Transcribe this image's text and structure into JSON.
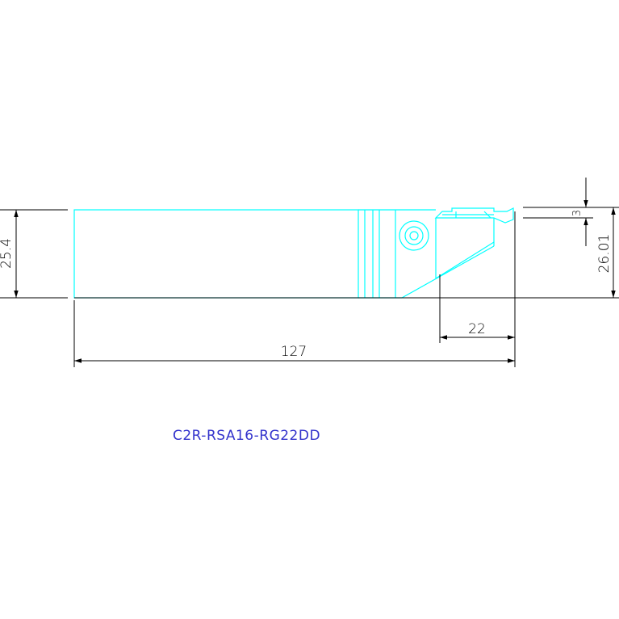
{
  "part_number": "C2R-RSA16-RG22DD",
  "dimensions": {
    "overall_length": "127",
    "shank_height": "25.4",
    "head_length": "22",
    "cut_height": "26.01",
    "insert_offset": "3"
  },
  "colors": {
    "outline": "#00ffff",
    "dimension": "#000000",
    "label": "#3333cc",
    "background": "#ffffff"
  }
}
